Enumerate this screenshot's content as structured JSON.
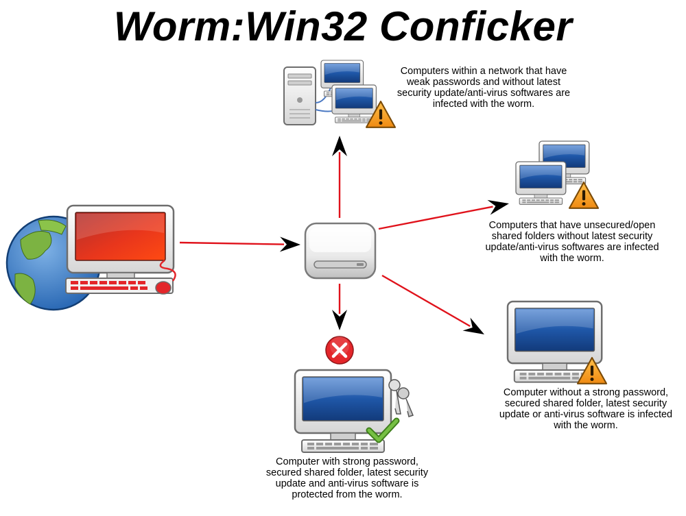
{
  "title": "Worm:Win32 Conficker",
  "nodes": {
    "source": {
      "icon": "infected-computer-with-globe-icon"
    },
    "hub": {
      "icon": "removable-drive-icon"
    },
    "network": {
      "icon": "network-computers-warning-icon",
      "caption": [
        "Computers within a network that have",
        "weak passwords and without latest",
        "security update/anti-virus softwares are",
        "infected with the worm."
      ]
    },
    "shared": {
      "icon": "shared-folder-computers-warning-icon",
      "caption": [
        "Computers that have unsecured/open",
        "shared folders without latest security",
        "update/anti-virus softwares are infected",
        "with the worm."
      ]
    },
    "single": {
      "icon": "single-computer-warning-icon",
      "caption": [
        "Computer without a strong password,",
        "secured shared folder, latest security",
        "update or anti-virus software is infected",
        "with the worm."
      ]
    },
    "protected": {
      "icon": "protected-computer-keys-check-icon",
      "blocked_icon": "blocked-x-icon",
      "caption": [
        "Computer with strong password,",
        "secured shared folder, latest security",
        "update and anti-virus software is",
        "protected from the worm."
      ]
    }
  },
  "colors": {
    "arrow_line": "#e0121b",
    "arrow_head": "#000000",
    "warning": "#f39a1e",
    "blocked": "#e3262a",
    "check": "#5fae2e",
    "screen_blue": "#1f57a8",
    "infected_screen": "#e8361c"
  }
}
